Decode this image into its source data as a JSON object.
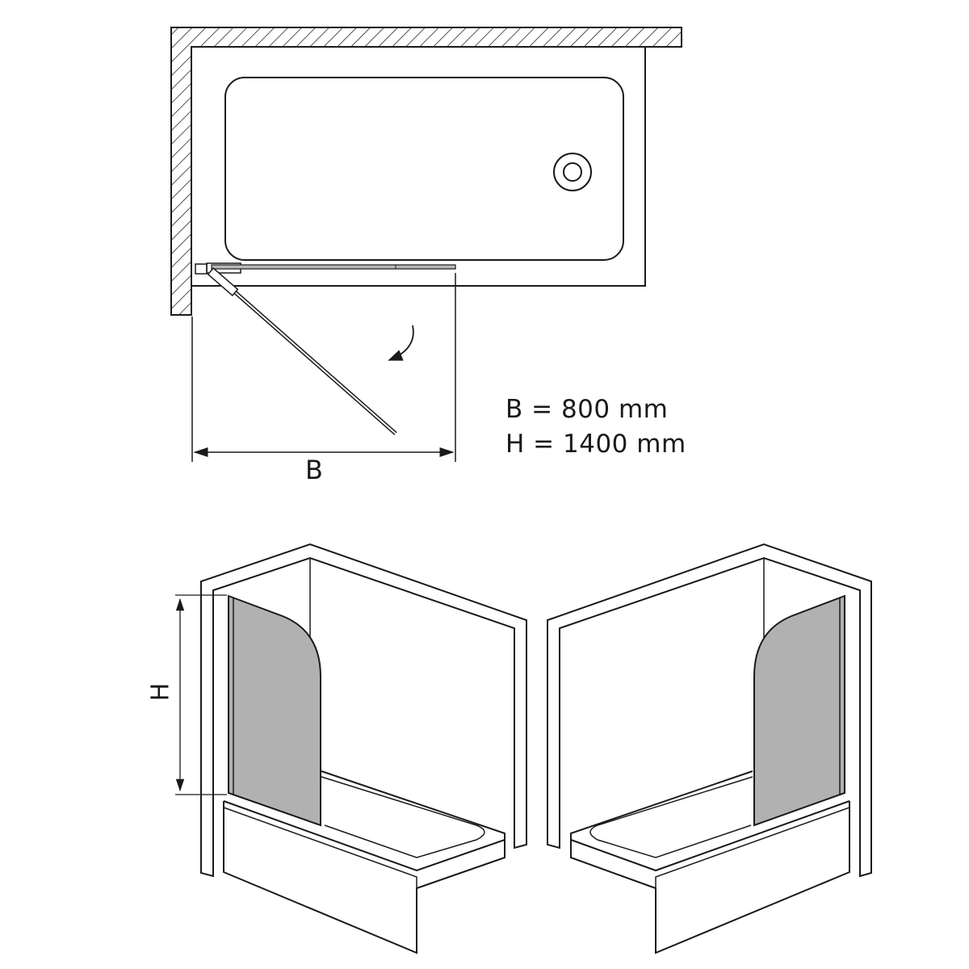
{
  "diagram": {
    "type": "technical-drawing",
    "subject": "Bath screen, single hinged panel",
    "top_view": {
      "dimension_label": "B",
      "rotation_arrow": "clockwise-swing"
    },
    "specs": [
      {
        "label": "B",
        "value": "800",
        "unit": "mm",
        "text": "B = 800 mm"
      },
      {
        "label": "H",
        "value": "1400",
        "unit": "mm",
        "text": "H = 1400 mm"
      }
    ],
    "perspective_views": [
      {
        "name": "left-mounted",
        "dimension_label": "H"
      },
      {
        "name": "right-mounted"
      }
    ],
    "colors": {
      "line": "#1a1a1a",
      "glass": "#b2b1b2",
      "background": "#ffffff"
    }
  }
}
